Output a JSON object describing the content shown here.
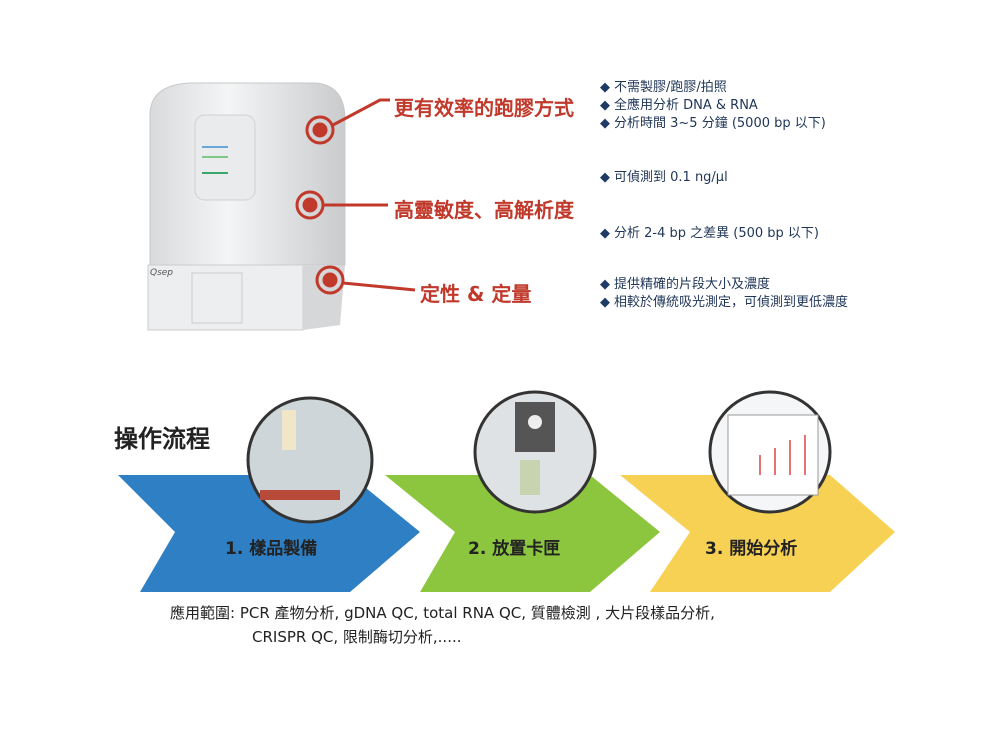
{
  "features": [
    {
      "heading": "更有效率的跑膠方式",
      "bullets": [
        "不需製膠/跑膠/拍照",
        "全應用分析 DNA & RNA",
        "分析時間 3~5 分鐘 (5000 bp 以下)"
      ]
    },
    {
      "heading": "高靈敏度、高解析度",
      "bullets": [
        "可偵測到 0.1 ng/µl",
        "分析 2-4 bp 之差異 (500 bp 以下)"
      ]
    },
    {
      "heading": "定性 & 定量",
      "bullets": [
        "提供精確的片段大小及濃度",
        "相較於傳統吸光測定，可偵測到更低濃度"
      ]
    }
  ],
  "workflow": {
    "title": "操作流程",
    "steps": [
      "1. 樣品製備",
      "2. 放置卡匣",
      "3. 開始分析"
    ]
  },
  "applications": {
    "line1": "應用範圍: PCR 產物分析, gDNA QC, total RNA QC, 質體檢測 , 大片段樣品分析,",
    "line2": "CRISPR QC, 限制酶切分析,....."
  },
  "device_logo": "Qsep",
  "colors": {
    "accent": "#c0392b",
    "blue": "#2f7fc4",
    "green": "#8cc63f",
    "yellow": "#f7d154"
  }
}
